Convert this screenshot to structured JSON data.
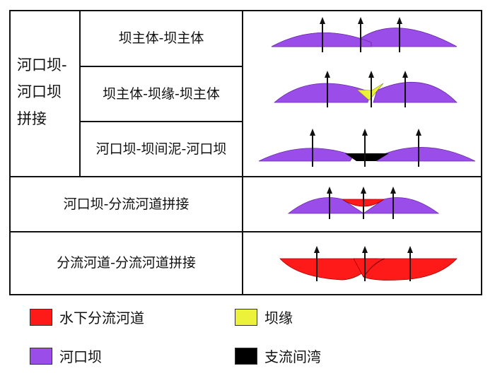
{
  "colors": {
    "mouth_bar": "#9b4dea",
    "distributary_channel": "#ff1a1a",
    "bar_edge": "#ecf23a",
    "interdistributary_bay": "#000000",
    "line": "#111111"
  },
  "group_label": [
    "河口坝-",
    "河口坝",
    "拼接"
  ],
  "rows": [
    {
      "label": "坝主体-坝主体"
    },
    {
      "label": "坝主体-坝缘-坝主体"
    },
    {
      "label": "河口坝-坝间泥-河口坝"
    },
    {
      "label": "河口坝-分流河道拼接"
    },
    {
      "label": "分流河道-分流河道拼接"
    }
  ],
  "legend": [
    {
      "label": "水下分流河道",
      "color": "#ff1a1a"
    },
    {
      "label": "坝缘",
      "color": "#ecf23a"
    },
    {
      "label": "河口坝",
      "color": "#9b4dea"
    },
    {
      "label": "支流间湾",
      "color": "#000000"
    }
  ]
}
